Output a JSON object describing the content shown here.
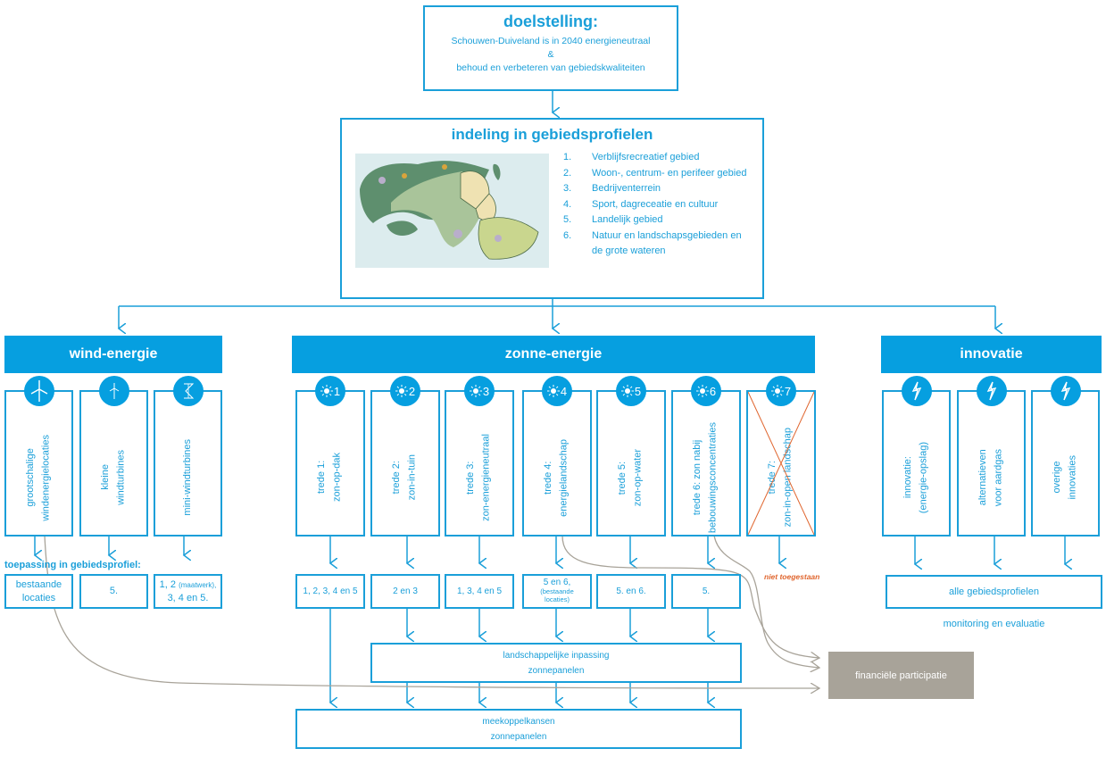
{
  "goal": {
    "title": "doelstelling:",
    "line1": "Schouwen-Duiveland is in 2040 energieneutraal",
    "line2": "&",
    "line3": "behoud en verbeteren van gebiedskwaliteiten"
  },
  "profiles": {
    "title": "indeling in gebiedsprofielen",
    "map_alt": "kaart Schouwen-Duiveland gebiedsprofielen",
    "items": [
      {
        "num": "1.",
        "label": "Verblijfsrecreatief gebied"
      },
      {
        "num": "2.",
        "label": "Woon-, centrum- en perifeer gebied"
      },
      {
        "num": "3.",
        "label": "Bedrijventerrein"
      },
      {
        "num": "4.",
        "label": "Sport, dagreceatie en cultuur"
      },
      {
        "num": "5.",
        "label": "Landelijk gebied"
      },
      {
        "num": "6.",
        "label": "Natuur en landschapsgebieden en"
      },
      {
        "num": "",
        "label": "de grote wateren"
      }
    ]
  },
  "categories": {
    "wind": {
      "title": "wind-energie",
      "columns": [
        {
          "icon": "wind-turbine-large-icon",
          "label": "grootschalige\nwindenergielocaties",
          "profile": "bestaande\nlocaties"
        },
        {
          "icon": "wind-turbine-small-icon",
          "label": "kleine\nwindturbines",
          "profile": "5."
        },
        {
          "icon": "mini-windturbine-icon",
          "label": "mini-windturbines",
          "profile_main1": "1, 2",
          "profile_small": "(maatwerk),",
          "profile_main2": "3, 4 en 5."
        }
      ],
      "profile_heading": "toepassing in gebiedsprofiel:"
    },
    "solar": {
      "title": "zonne-energie",
      "columns": [
        {
          "num": "1",
          "label": "trede 1:\nzon-op-dak",
          "profile": "1, 2, 3, 4 en 5"
        },
        {
          "num": "2",
          "label": "trede 2:\nzon-in-tuin",
          "profile": "2 en 3"
        },
        {
          "num": "3",
          "label": "trede 3:\nzon-energieneutraal",
          "profile": "1, 3, 4 en 5"
        },
        {
          "num": "4",
          "label": "trede 4:\nenergielandschap",
          "profile": "5 en 6,",
          "profile_small": "(bestaande\nlocaties)"
        },
        {
          "num": "5",
          "label": "trede 5:\nzon-op-water",
          "profile": "5. en 6."
        },
        {
          "num": "6",
          "label": "trede 6: zon nabij\nbebouwingsconcentraties",
          "profile": "5."
        },
        {
          "num": "7",
          "label": "trede 7:\nzon-in-open landschap",
          "status": "niet toegestaan"
        }
      ],
      "landscape_box": {
        "line1": "landschappelijke inpassing",
        "line2": "zonnepanelen"
      },
      "combine_box": {
        "line1": "meekoppelkansen",
        "line2": "zonnepanelen"
      }
    },
    "innovation": {
      "title": "innovatie",
      "columns": [
        {
          "label": "innovatie:\n(energie-opslag)"
        },
        {
          "label": "alternatieven\nvoor aardgas"
        },
        {
          "label": "overige\ninnovaties"
        }
      ],
      "profile": "alle gebiedsprofielen",
      "note": "monitoring en evaluatie"
    }
  },
  "financial": {
    "label": "financiële participatie"
  },
  "colors": {
    "primary": "#1a9fd9",
    "header_fill": "#069fe0",
    "forbidden": "#e0662f",
    "financial_fill": "#a8a399",
    "curve": "#a8a399"
  }
}
